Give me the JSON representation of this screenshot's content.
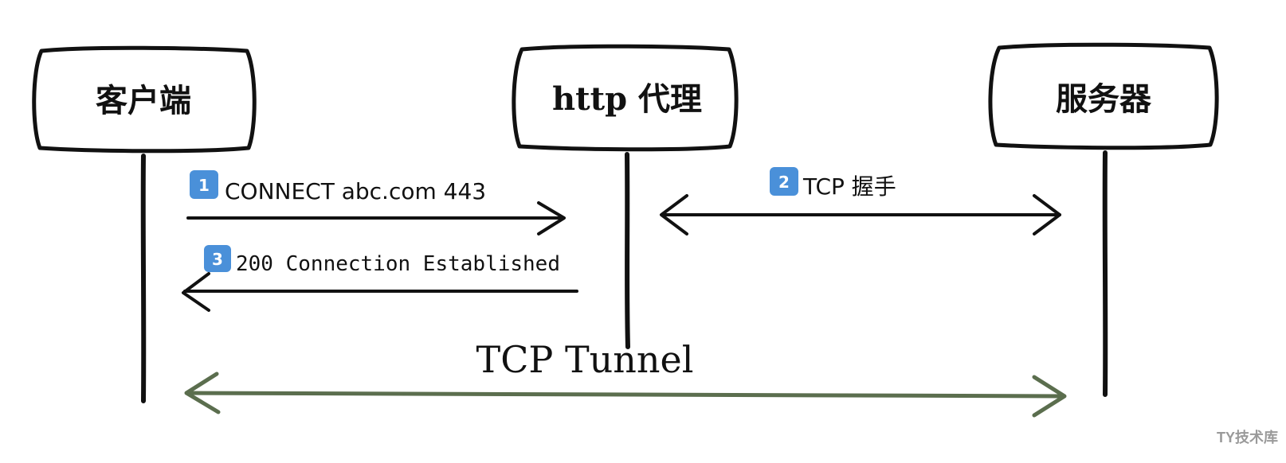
{
  "actors": [
    {
      "name": "客户端"
    },
    {
      "name": "http 代理"
    },
    {
      "name": "服务器"
    }
  ],
  "messages": [
    {
      "step": "1",
      "label": "CONNECT abc.com 443"
    },
    {
      "step": "2",
      "label": "TCP 握手"
    },
    {
      "step": "3",
      "label": "200 Connection Established"
    }
  ],
  "tunnel": {
    "label": "TCP Tunnel"
  },
  "watermark": "TY技术库",
  "colors": {
    "ink": "#111111",
    "tunnel_arrow": "#5b6e4e",
    "badge": "#4a90d9"
  }
}
